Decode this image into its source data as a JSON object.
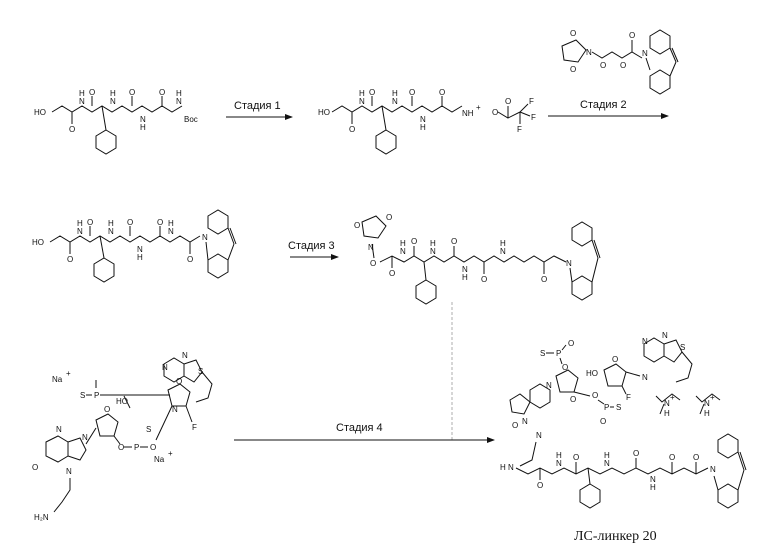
{
  "stages": {
    "s1": "Стадия 1",
    "s2": "Стадия 2",
    "s3": "Стадия 3",
    "s4": "Стадия 4"
  },
  "atoms": {
    "boc": "Boc",
    "ho": "HO",
    "o": "O",
    "n": "N",
    "h": "H",
    "nh3": "NH",
    "plus": "+",
    "f": "F",
    "s": "S",
    "p": "P",
    "na": "Na",
    "h2n": "H₂N"
  },
  "caption": "ЛС-линкер 20"
}
